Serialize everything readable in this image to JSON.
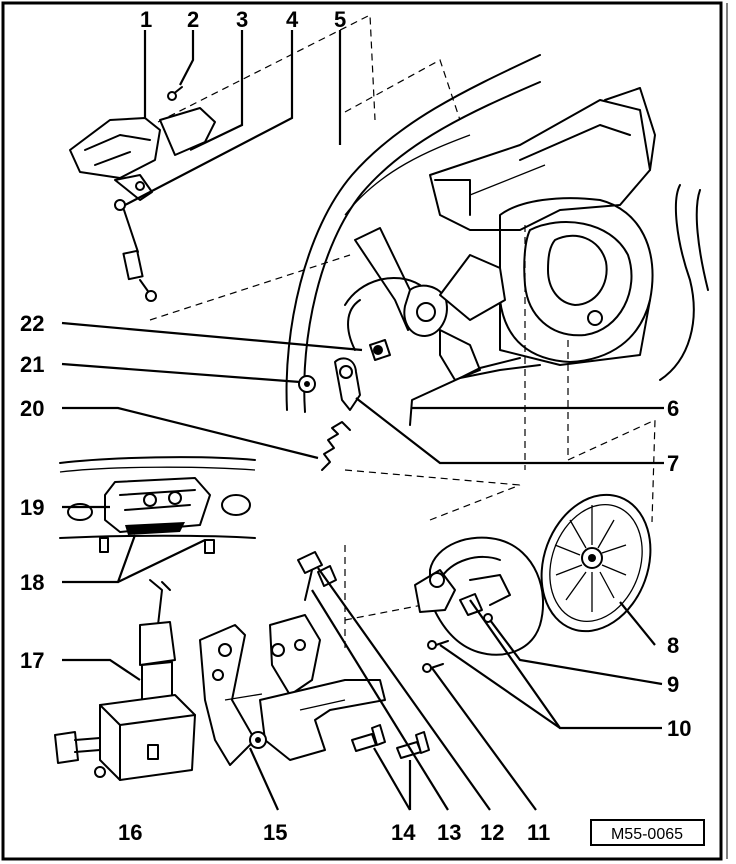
{
  "diagram": {
    "reference_code": "M55-0065",
    "callouts": [
      {
        "id": "callout-1",
        "text": "1"
      },
      {
        "id": "callout-2",
        "text": "2"
      },
      {
        "id": "callout-3",
        "text": "3"
      },
      {
        "id": "callout-4",
        "text": "4"
      },
      {
        "id": "callout-5",
        "text": "5"
      },
      {
        "id": "callout-6",
        "text": "6"
      },
      {
        "id": "callout-7",
        "text": "7"
      },
      {
        "id": "callout-8",
        "text": "8"
      },
      {
        "id": "callout-9",
        "text": "9"
      },
      {
        "id": "callout-10",
        "text": "10"
      },
      {
        "id": "callout-11",
        "text": "11"
      },
      {
        "id": "callout-12",
        "text": "12"
      },
      {
        "id": "callout-13",
        "text": "13"
      },
      {
        "id": "callout-14",
        "text": "14"
      },
      {
        "id": "callout-15",
        "text": "15"
      },
      {
        "id": "callout-16",
        "text": "16"
      },
      {
        "id": "callout-17",
        "text": "17"
      },
      {
        "id": "callout-18",
        "text": "18"
      },
      {
        "id": "callout-19",
        "text": "19"
      },
      {
        "id": "callout-20",
        "text": "20"
      },
      {
        "id": "callout-21",
        "text": "21"
      },
      {
        "id": "callout-22",
        "text": "22"
      }
    ]
  }
}
